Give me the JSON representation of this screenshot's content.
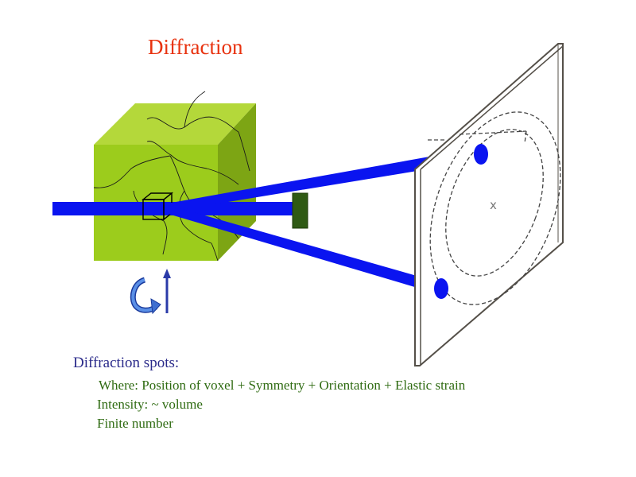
{
  "title": "Diffraction",
  "notes": {
    "heading": "Diffraction spots:",
    "where": "Where: Position of voxel + Symmetry + Orientation + Elastic strain",
    "intensity": "Intensity: ~ volume",
    "finite": "Finite number"
  },
  "detector_center_mark": "x",
  "colors": {
    "title": "#e8320f",
    "heading": "#2a2a8a",
    "notes": "#2f6b12",
    "beam": "#0a14f0",
    "cube_front": "#9ccc1c",
    "cube_top": "#b4d83a",
    "cube_side": "#7da514",
    "beam_stop": "#2f5a14",
    "rotation_arrow": "#3f6fd0"
  },
  "icons": [
    "rotation-arrow-icon",
    "axis-arrow-icon"
  ]
}
